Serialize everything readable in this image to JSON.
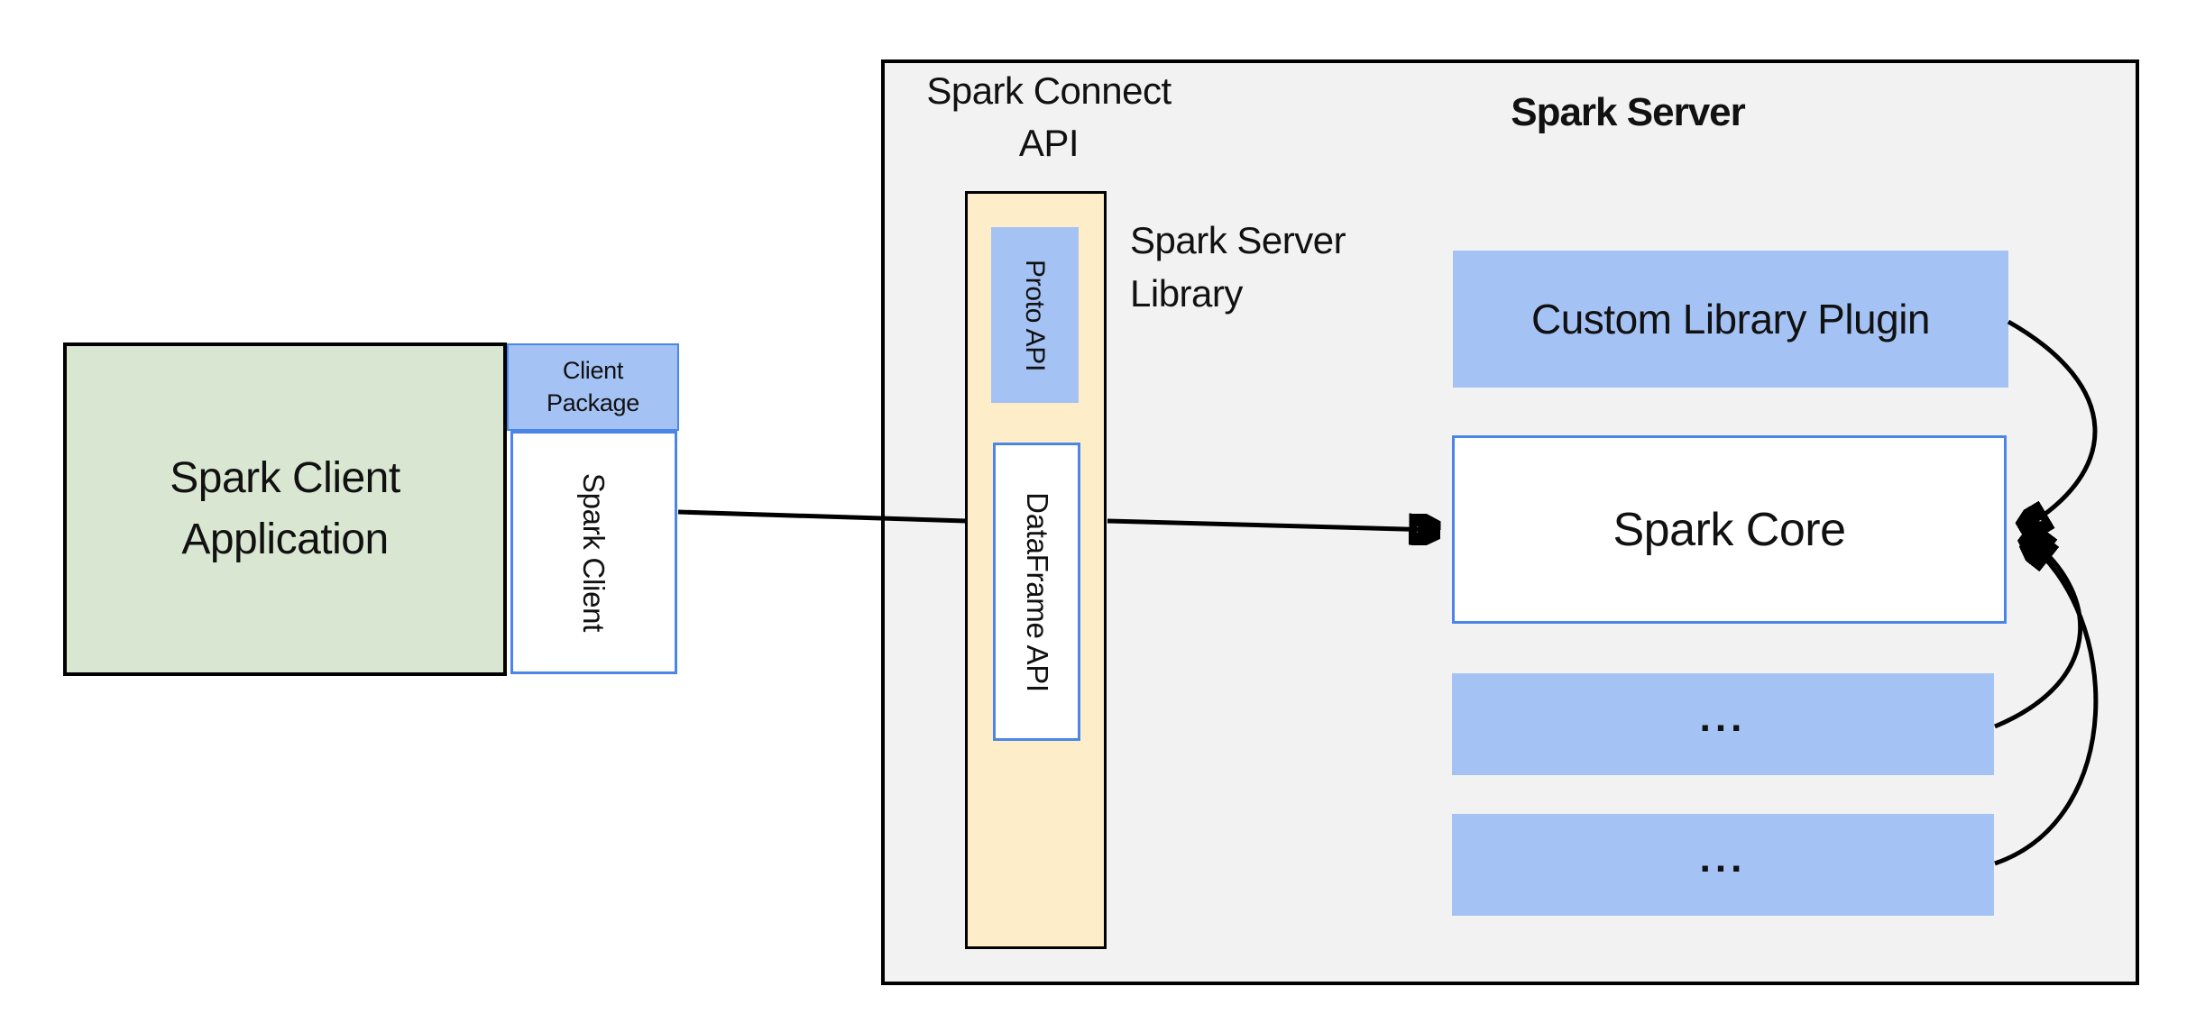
{
  "diagram": {
    "client": {
      "app_label": "Spark Client Application",
      "package_label": "Client Package",
      "spark_client_label": "Spark Client"
    },
    "connect": {
      "api_title": "Spark Connect API",
      "proto_api_label": "Proto API",
      "dataframe_api_label": "DataFrame API",
      "server_library_label": "Spark Server Library"
    },
    "server": {
      "title": "Spark Server",
      "plugin_label": "Custom Library Plugin",
      "core_label": "Spark Core",
      "module_ellipsis": "..."
    },
    "colors": {
      "background": "#ffffff",
      "server_boundary_fill": "#f2f2f2",
      "client_app_fill": "#d9e7d2",
      "blue_fill": "#a4c2f4",
      "blue_border": "#4a86e8",
      "library_bar_fill": "#fdeec9",
      "outline": "#000000",
      "text": "#111111",
      "arrow": "#000000"
    }
  }
}
